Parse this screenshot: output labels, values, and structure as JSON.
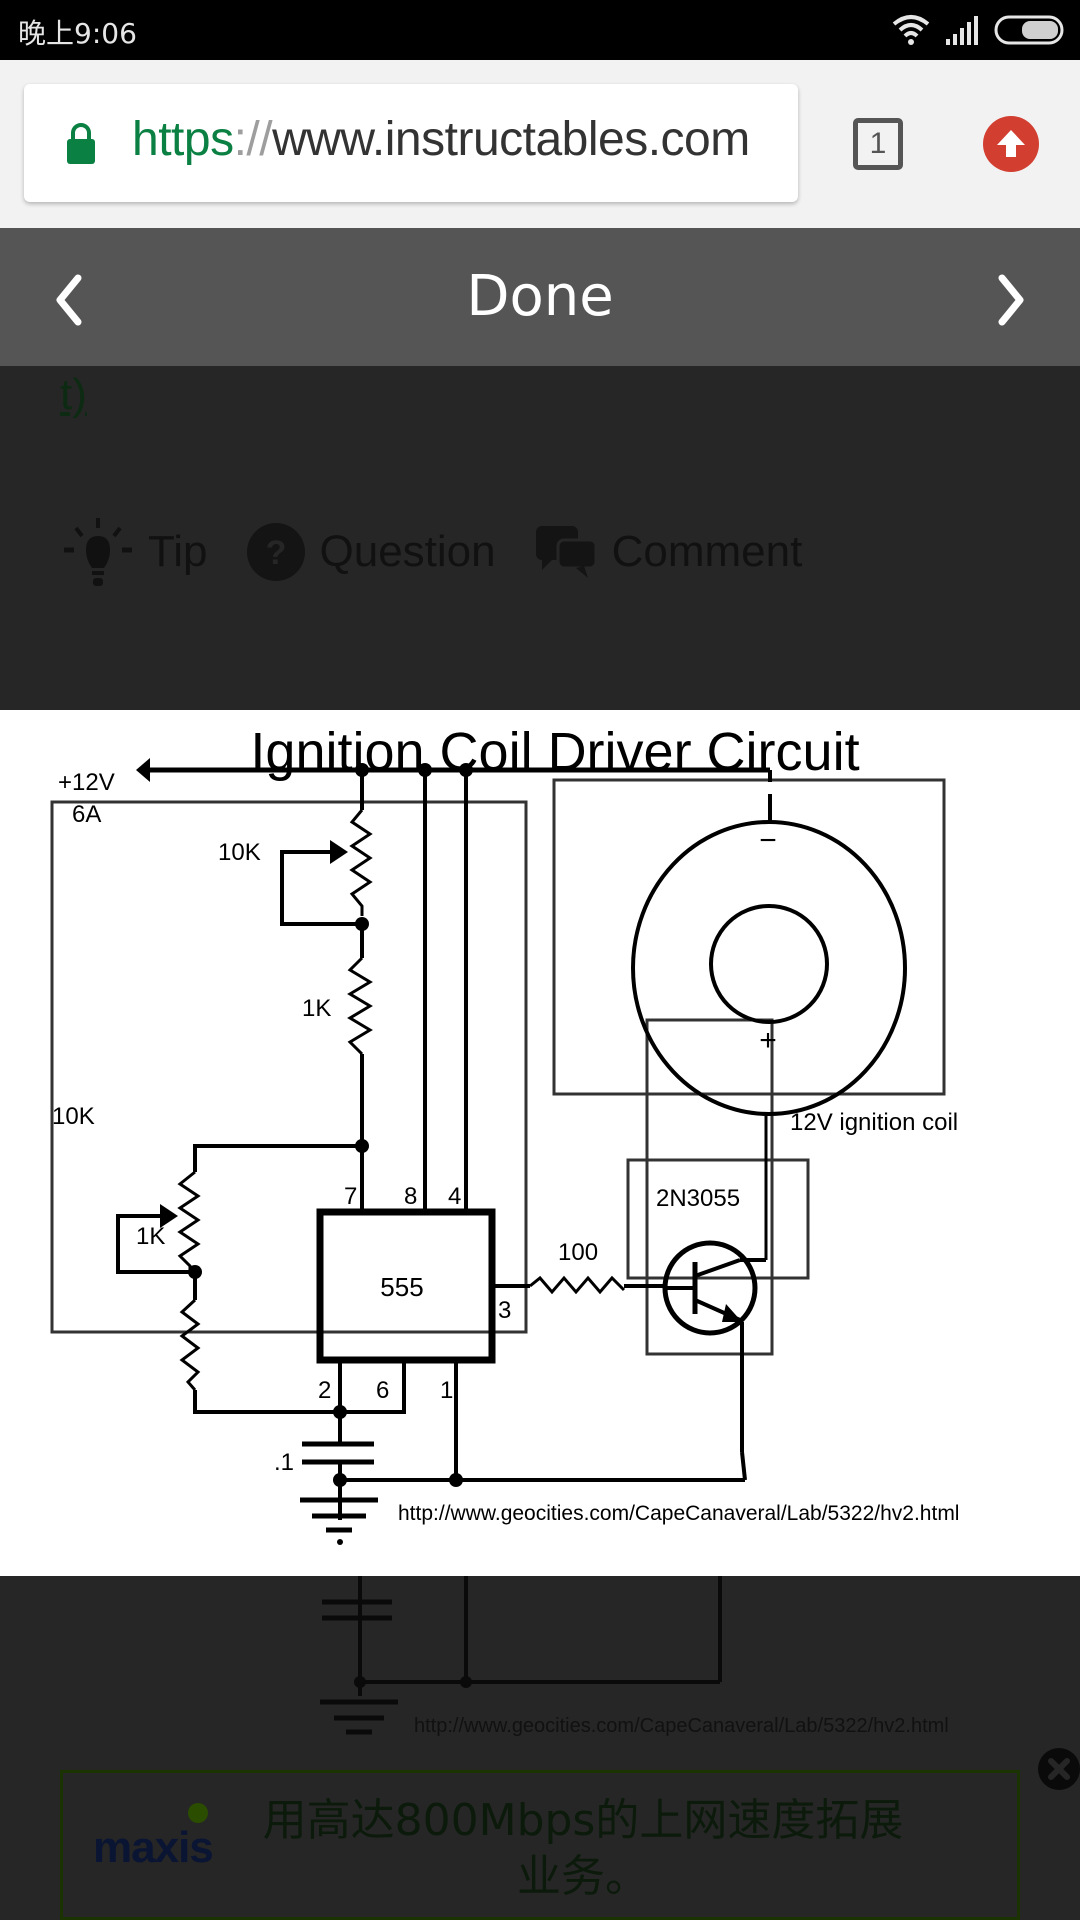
{
  "status_bar": {
    "time": "晚上9:06",
    "icons": [
      "wifi-icon",
      "signal-icon",
      "battery-icon"
    ]
  },
  "browser": {
    "url_scheme": "https",
    "url_separator": "://",
    "url_host": "www.instructables.com",
    "tab_count": "1",
    "lock_icon": "lock-icon",
    "update_icon": "arrow-up-icon",
    "colors": {
      "secure_green": "#0b8043",
      "update_red": "#d23f31"
    }
  },
  "find_bar": {
    "prev_icon": "chevron-left-icon",
    "title": "Done",
    "next_icon": "chevron-right-icon"
  },
  "page": {
    "link_fragment": "t)",
    "actions": [
      {
        "label": "Tip",
        "icon": "lightbulb-icon"
      },
      {
        "label": "Question",
        "icon": "question-circle-icon"
      },
      {
        "label": "Comment",
        "icon": "chat-bubbles-icon"
      }
    ],
    "diagram": {
      "title": "Ignition Coil Driver Circuit",
      "supply_voltage": "+12V",
      "supply_current": "6A",
      "pot_top": "10K",
      "res_top": "1K",
      "pot_bottom": "10K",
      "res_bottom": "1K",
      "ic_label": "555",
      "pins": {
        "p7": "7",
        "p8": "8",
        "p4": "4",
        "p3": "3",
        "p2": "2",
        "p6": "6",
        "p1": "1"
      },
      "capacitor": ".1",
      "base_resistor": "100",
      "transistor": "2N3055",
      "coil_label": "12V ignition coil",
      "coil_minus": "−",
      "coil_plus": "+",
      "source_url": "http://www.geocities.com/CapeCanaveral/Lab/5322/hv2.html"
    },
    "ad": {
      "brand": "maxis",
      "text": "用高达800Mbps的上网速度拓展业务。",
      "close_icon": "close-icon"
    }
  }
}
